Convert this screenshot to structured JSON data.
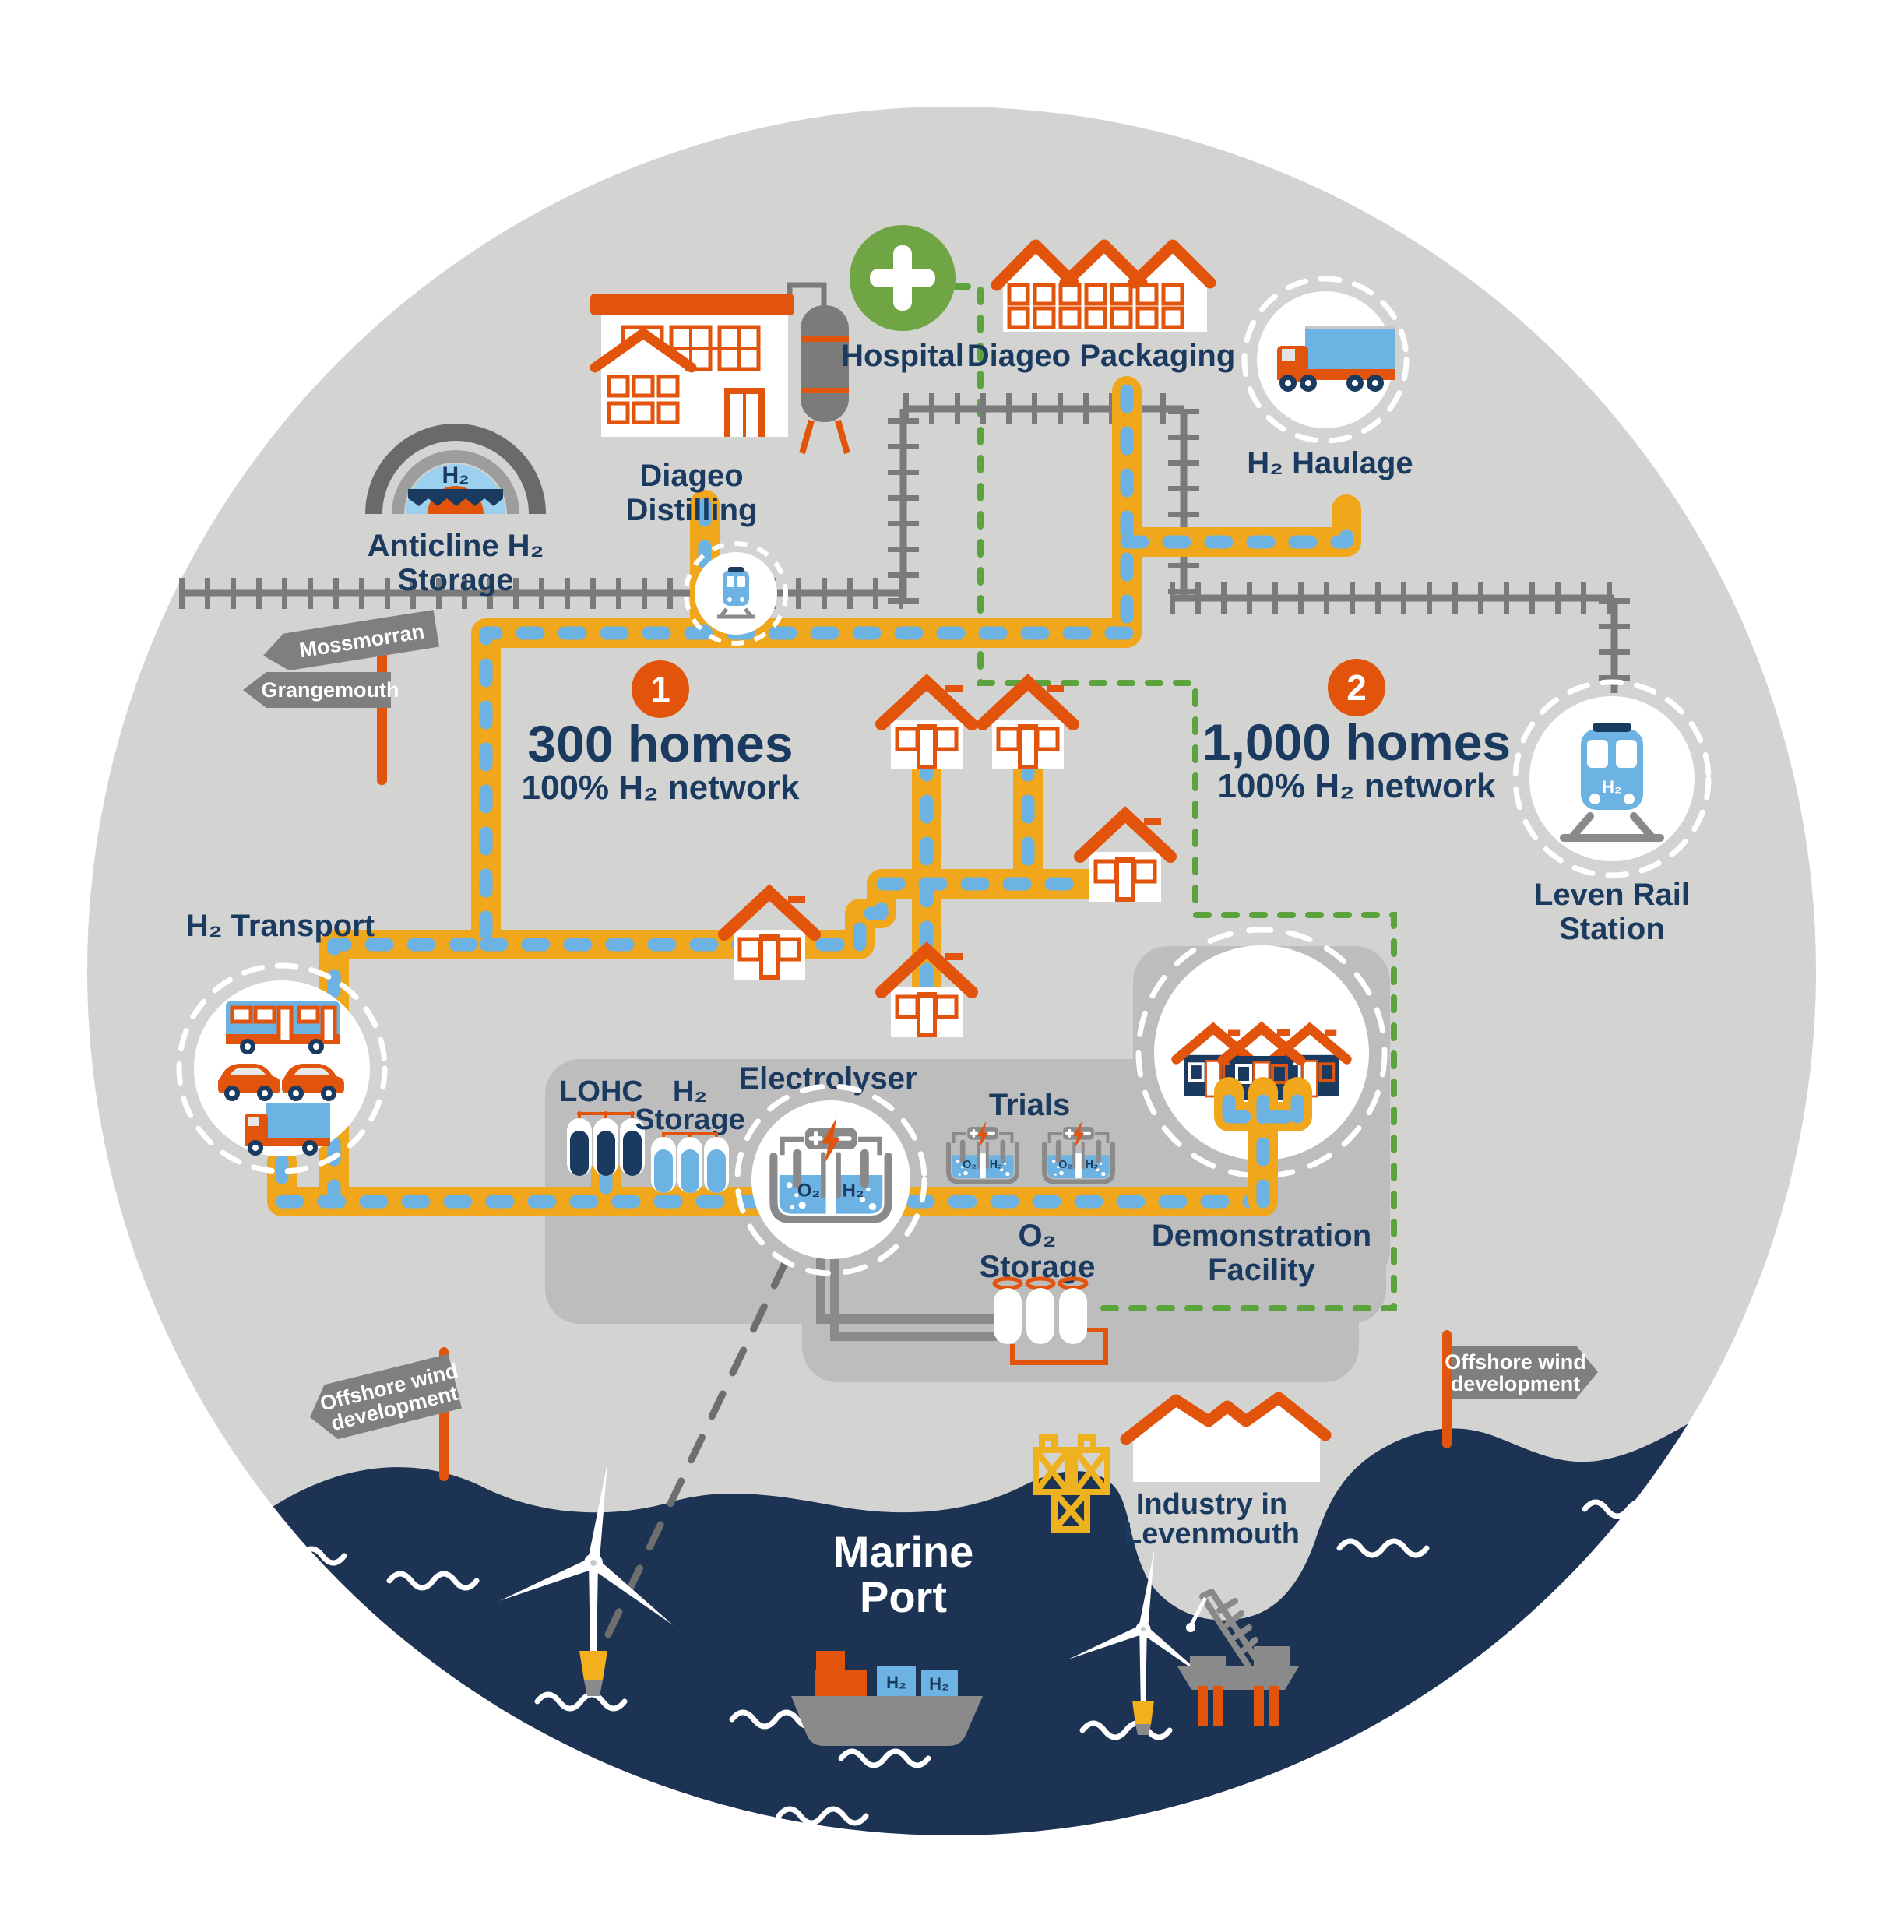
{
  "colors": {
    "background": "#ffffff",
    "land_circle": "#d3d3d2",
    "facility_panel": "#bdbdbd",
    "navy_text": "#1b3a60",
    "sea": "#1c3354",
    "orange": "#e2540c",
    "pipe_yellow": "#f0a71b",
    "pipe_blue_dash": "#6cb2e2",
    "hospital_green": "#6fa544",
    "green_dash": "#5ba33c",
    "rail_gray": "#7a7a7a",
    "sign_gray": "#7f7f7f",
    "light_blue": "#9cd0ef",
    "structure_yellow": "#eeb220"
  },
  "labels": {
    "anticline_1": "Anticline H₂",
    "anticline_2": "Storage",
    "anticline_h2": "H₂",
    "distilling_1": "Diageo",
    "distilling_2": "Distilling",
    "hospital": "Hospital",
    "packaging": "Diageo Packaging",
    "haulage": "H₂ Haulage",
    "mossmorran": "Mossmorran",
    "grangemouth": "Grangemouth",
    "phase1_num": "1",
    "phase1_homes": "300 homes",
    "phase1_net": "100% H₂ network",
    "phase2_num": "2",
    "phase2_homes": "1,000 homes",
    "phase2_net": "100% H₂ network",
    "leven_1": "Leven Rail",
    "leven_2": "Station",
    "train_h2": "H₂",
    "transport": "H₂ Transport",
    "lohc": "LOHC",
    "h2s_1": "H₂",
    "h2s_2": "Storage",
    "electrolyser": "Electrolyser",
    "trials": "Trials",
    "elec_o2": "O₂",
    "elec_h2": "H₂",
    "o2s_1": "O₂",
    "o2s_2": "Storage",
    "demo_1": "Demonstration",
    "demo_2": "Facility",
    "marine_1": "Marine",
    "marine_2": "Port",
    "industry_1": "Industry in",
    "industry_2": "Levenmouth",
    "offshore_l1": "Offshore wind",
    "offshore_l2": "development",
    "offshore_r1": "Offshore wind",
    "offshore_r2": "development",
    "ship_h2_a": "H₂",
    "ship_h2_b": "H₂"
  }
}
